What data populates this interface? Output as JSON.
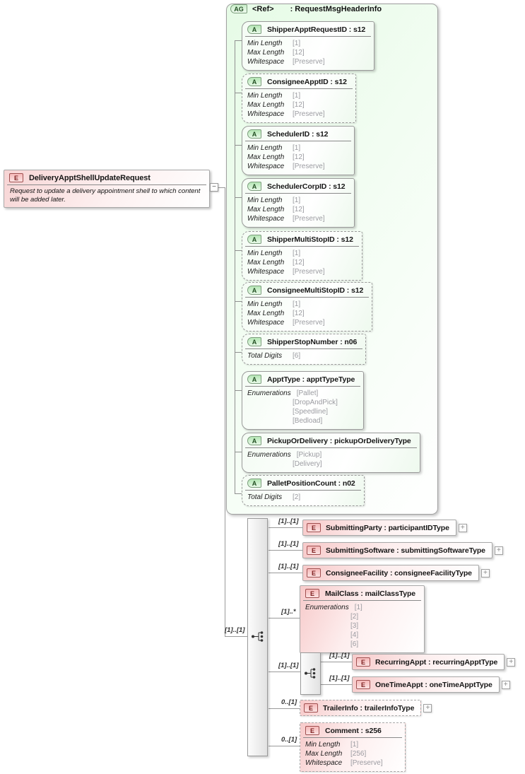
{
  "diagram": {
    "root": {
      "icon": "E",
      "title": "DeliveryApptShellUpdateRequest",
      "doc": "Request to update a delivery appointment shell to which content will be added later.",
      "collapse_glyph": "−"
    },
    "attribute_group": {
      "icon": "AG",
      "ref_label": "<Ref>",
      "type_label": ": RequestMsgHeaderInfo",
      "attrs": [
        {
          "icon": "A",
          "title": "ShipperApptRequestID : s12",
          "rows": [
            [
              "Min Length",
              "[1]"
            ],
            [
              "Max Length",
              "[12]"
            ],
            [
              "Whitespace",
              "[Preserve]"
            ]
          ]
        },
        {
          "icon": "A",
          "title": "ConsigneeApptID : s12",
          "rows": [
            [
              "Min Length",
              "[1]"
            ],
            [
              "Max Length",
              "[12]"
            ],
            [
              "Whitespace",
              "[Preserve]"
            ]
          ]
        },
        {
          "icon": "A",
          "title": "SchedulerID : s12",
          "rows": [
            [
              "Min Length",
              "[1]"
            ],
            [
              "Max Length",
              "[12]"
            ],
            [
              "Whitespace",
              "[Preserve]"
            ]
          ]
        },
        {
          "icon": "A",
          "title": "SchedulerCorpID : s12",
          "rows": [
            [
              "Min Length",
              "[1]"
            ],
            [
              "Max Length",
              "[12]"
            ],
            [
              "Whitespace",
              "[Preserve]"
            ]
          ]
        },
        {
          "icon": "A",
          "title": "ShipperMultiStopID : s12",
          "rows": [
            [
              "Min Length",
              "[1]"
            ],
            [
              "Max Length",
              "[12]"
            ],
            [
              "Whitespace",
              "[Preserve]"
            ]
          ]
        },
        {
          "icon": "A",
          "title": "ConsigneeMultiStopID : s12",
          "rows": [
            [
              "Min Length",
              "[1]"
            ],
            [
              "Max Length",
              "[12]"
            ],
            [
              "Whitespace",
              "[Preserve]"
            ]
          ]
        },
        {
          "icon": "A",
          "title": "ShipperStopNumber : n06",
          "rows": [
            [
              "Total Digits",
              "[6]"
            ]
          ]
        },
        {
          "icon": "A",
          "title": "ApptType : apptTypeType",
          "rows": [
            [
              "Enumerations",
              "[Pallet]"
            ],
            [
              "",
              "[DropAndPick]"
            ],
            [
              "",
              "[Speedline]"
            ],
            [
              "",
              "[Bedload]"
            ]
          ]
        },
        {
          "icon": "A",
          "title": "PickupOrDelivery : pickupOrDeliveryType",
          "rows": [
            [
              "Enumerations",
              "[Pickup]"
            ],
            [
              "",
              "[Delivery]"
            ]
          ]
        },
        {
          "icon": "A",
          "title": "PalletPositionCount : n02",
          "rows": [
            [
              "Total Digits",
              "[2]"
            ]
          ]
        }
      ]
    },
    "sequence": {
      "cardinality": "[1]..[1]"
    },
    "children": [
      {
        "icon": "E",
        "cardinality": "[1]..[1]",
        "title": "SubmittingParty : participantIDType",
        "expand": "+"
      },
      {
        "icon": "E",
        "cardinality": "[1]..[1]",
        "title": "SubmittingSoftware : submittingSoftwareType",
        "expand": "+"
      },
      {
        "icon": "E",
        "cardinality": "[1]..[1]",
        "title": "ConsigneeFacility : consigneeFacilityType",
        "expand": "+"
      },
      {
        "icon": "E",
        "cardinality": "[1]..*",
        "title": "MailClass : mailClassType",
        "rows": [
          [
            "Enumerations",
            "[1]"
          ],
          [
            "",
            "[2]"
          ],
          [
            "",
            "[3]"
          ],
          [
            "",
            "[4]"
          ],
          [
            "",
            "[6]"
          ]
        ]
      },
      {
        "icon": "E",
        "cardinality": "0..[1]",
        "title": "TrailerInfo : trailerInfoType",
        "expand": "+"
      },
      {
        "icon": "E",
        "cardinality": "0..[1]",
        "title": "Comment : s256",
        "rows": [
          [
            "Min Length",
            "[1]"
          ],
          [
            "Max Length",
            "[256]"
          ],
          [
            "Whitespace",
            "[Preserve]"
          ]
        ]
      }
    ],
    "choice": {
      "cardinality": "[1]..[1]",
      "children": [
        {
          "icon": "E",
          "cardinality": "[1]..[1]",
          "title": "RecurringAppt : recurringApptType",
          "expand": "+"
        },
        {
          "icon": "E",
          "cardinality": "[1]..[1]",
          "title": "OneTimeAppt : oneTimeApptType",
          "expand": "+"
        }
      ]
    }
  }
}
